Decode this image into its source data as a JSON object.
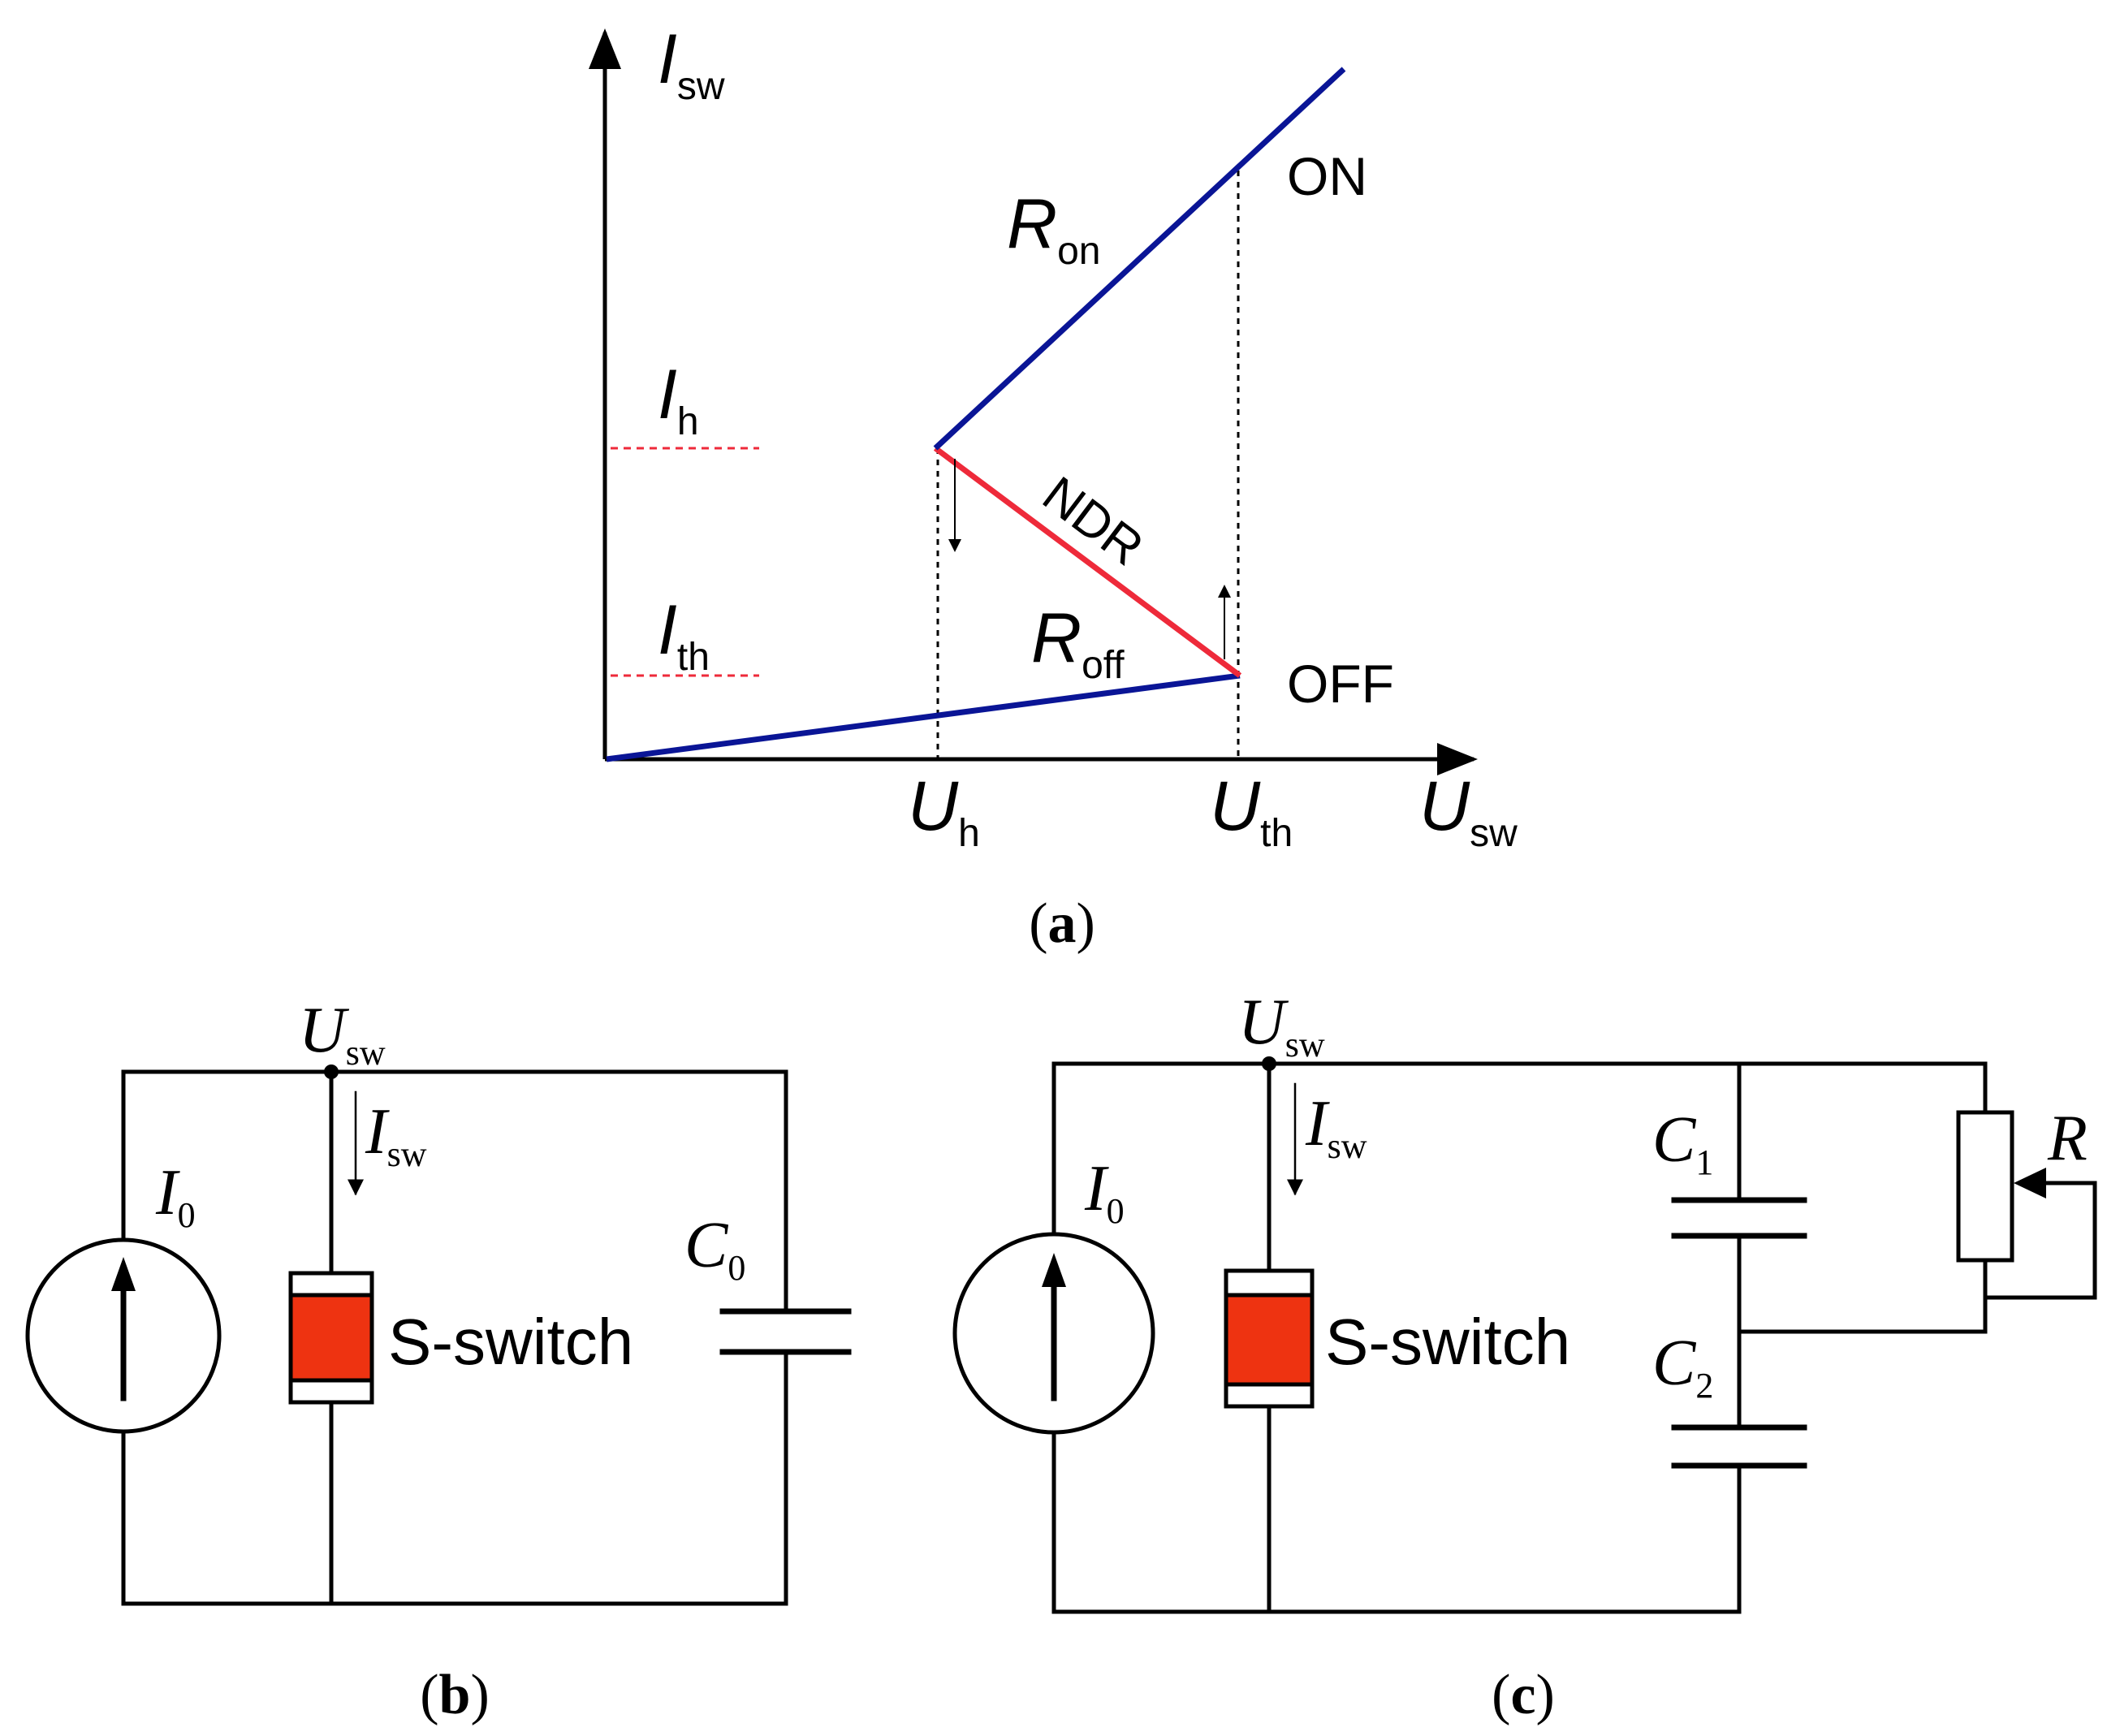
{
  "colors": {
    "line": "#000000",
    "blue_curve": "#0a1596",
    "red_curve": "#ee2a3a",
    "red_dash": "#ee2a3a",
    "switch_fill": "#ee3311"
  },
  "panel_a": {
    "y_axis": {
      "main": "I",
      "sub": "sw"
    },
    "x_axis": {
      "main": "U",
      "sub": "sw"
    },
    "i_h": {
      "main": "I",
      "sub": "h"
    },
    "i_th": {
      "main": "I",
      "sub": "th"
    },
    "u_h": {
      "main": "U",
      "sub": "h"
    },
    "u_th": {
      "main": "U",
      "sub": "th"
    },
    "r_on": {
      "main": "R",
      "sub": "on"
    },
    "r_off": {
      "main": "R",
      "sub": "off"
    },
    "ndr": "NDR",
    "on": "ON",
    "off": "OFF",
    "caption": {
      "open": "(",
      "letter": "a",
      "close": ")"
    }
  },
  "panel_b": {
    "node": {
      "main": "U",
      "sub": "sw"
    },
    "current": {
      "main": "I",
      "sub": "sw"
    },
    "source": {
      "main": "I",
      "sub": "0"
    },
    "cap": {
      "main": "C",
      "sub": "0"
    },
    "switch_label": "S-switch",
    "caption": {
      "open": "(",
      "letter": "b",
      "close": ")"
    }
  },
  "panel_c": {
    "node": {
      "main": "U",
      "sub": "sw"
    },
    "current": {
      "main": "I",
      "sub": "sw"
    },
    "source": {
      "main": "I",
      "sub": "0"
    },
    "cap1": {
      "main": "C",
      "sub": "1"
    },
    "cap2": {
      "main": "C",
      "sub": "2"
    },
    "resistor": "R",
    "switch_label": "S-switch",
    "caption": {
      "open": "(",
      "letter": "c",
      "close": ")"
    }
  }
}
